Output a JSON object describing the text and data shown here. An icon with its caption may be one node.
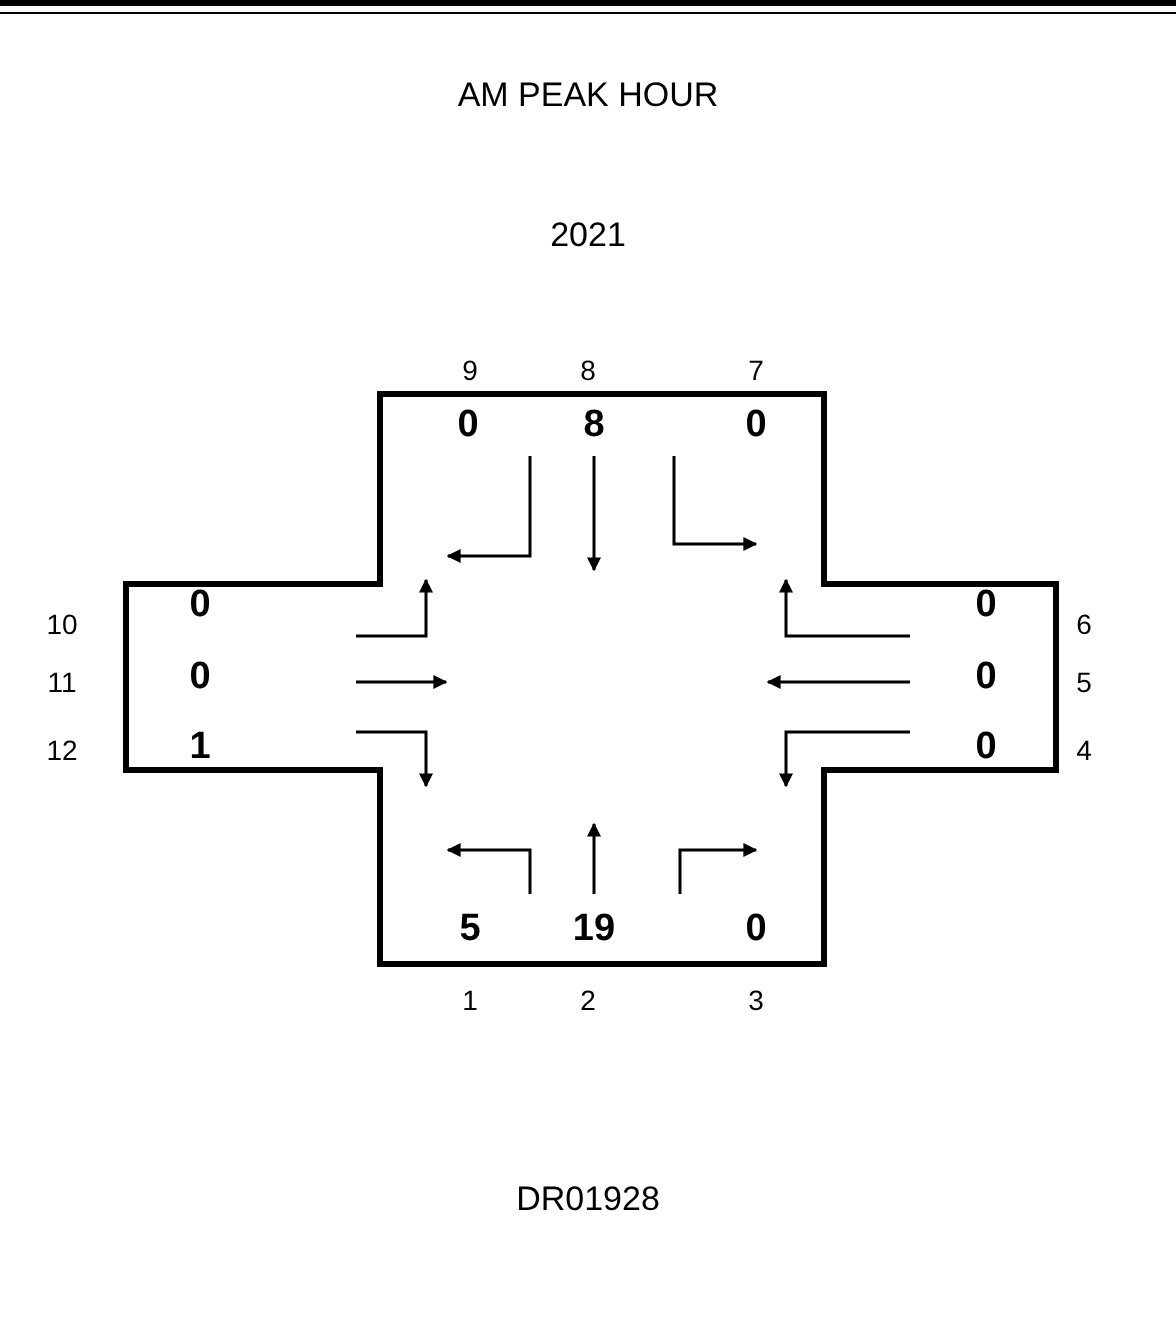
{
  "diagram": {
    "title": "AM PEAK HOUR",
    "caption": "DR01928",
    "labels": [
      "2021",
      "9",
      "8",
      "7",
      "0",
      "8",
      "0",
      "10",
      "0",
      "0",
      "6",
      "11",
      "0",
      "0",
      "5",
      "12",
      "1",
      "0",
      "4",
      "5",
      "19",
      "0",
      "1",
      "2",
      "3"
    ]
  }
}
